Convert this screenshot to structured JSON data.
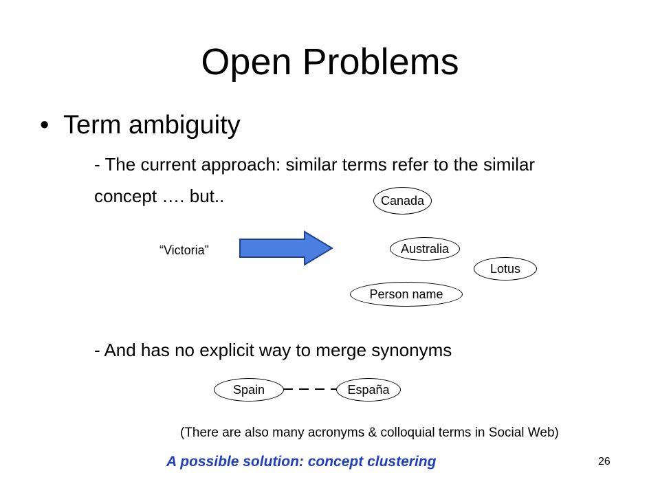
{
  "slide": {
    "title": "Open Problems",
    "bullet_mark": "•",
    "bullet": "Term ambiguity",
    "sub_point_1_line1": "- The current approach: similar terms refer to the similar",
    "sub_point_1_line2": "concept …. but..",
    "example_term": "“Victoria”",
    "concepts": [
      "Canada",
      "Australia",
      "Lotus",
      "Person name"
    ],
    "sub_point_2": "- And has no explicit way to merge synonyms",
    "synonyms": [
      "Spain",
      "España"
    ],
    "note": "(There are also many acronyms & colloquial terms in Social Web)",
    "solution": "A possible solution: concept clustering",
    "page_number": "26"
  },
  "colors": {
    "arrow_fill": "#4a7fe0",
    "arrow_stroke": "#1f3f8f",
    "solution_text": "#1f3fbf"
  }
}
